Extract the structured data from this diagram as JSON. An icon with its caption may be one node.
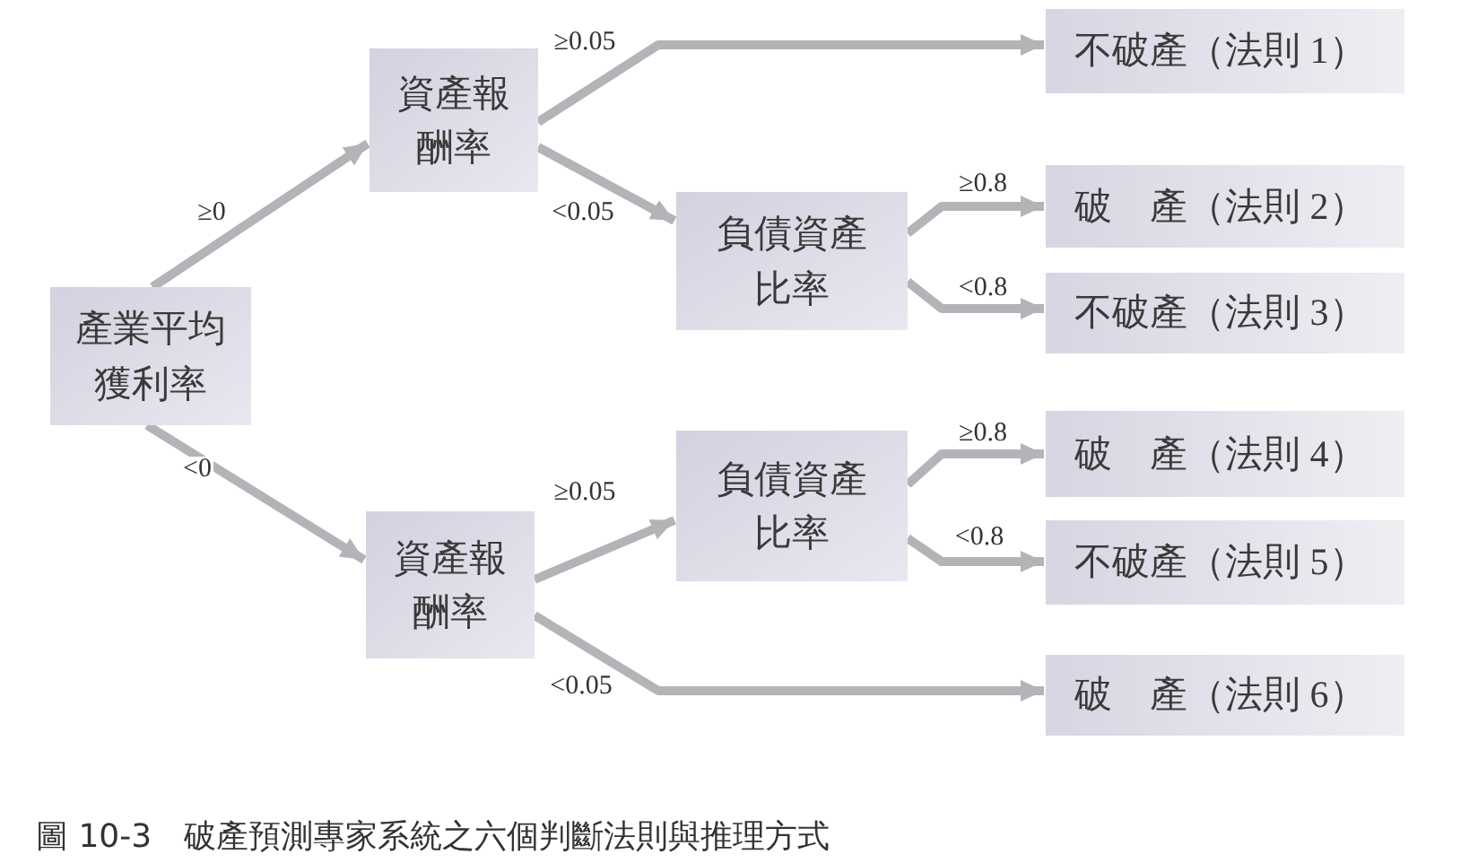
{
  "diagram": {
    "caption": "圖 10-3　破產預測專家系統之六個判斷法則與推理方式",
    "nodes": [
      {
        "text": [
          "產業平均獲利率"
        ]
      },
      {
        "text": [
          "資產報酬率"
        ]
      },
      {
        "text": [
          "負債資產比率"
        ]
      },
      {
        "text": [
          "不破產（法則 1）"
        ]
      },
      {
        "text": [
          "破　產（法則 2）"
        ]
      },
      {
        "text": [
          "不破產（法則 3）"
        ]
      },
      {
        "text": [
          "資產報酬率"
        ]
      },
      {
        "text": [
          "負債資產比率"
        ]
      },
      {
        "text": [
          "破　產（法則 4）"
        ]
      },
      {
        "text": [
          "不破產（法則 5）"
        ]
      },
      {
        "text": [
          "破　產（法則 6）"
        ]
      }
    ],
    "edges": [
      {
        "from": 0,
        "to": 1,
        "arrow": "to",
        "label": "≥0"
      },
      {
        "from": 0,
        "to": 6,
        "arrow": "to",
        "label": "<0"
      },
      {
        "from": 1,
        "to": 3,
        "arrow": "to",
        "label": "≥0.05"
      },
      {
        "from": 1,
        "to": 2,
        "arrow": "to",
        "label": "<0.05"
      },
      {
        "from": 2,
        "to": 4,
        "arrow": "to",
        "label": "≥0.8"
      },
      {
        "from": 2,
        "to": 5,
        "arrow": "to",
        "label": "<0.8"
      },
      {
        "from": 6,
        "to": 7,
        "arrow": "to",
        "label": "≥0.05"
      },
      {
        "from": 6,
        "to": 10,
        "arrow": "to",
        "label": "<0.05"
      },
      {
        "from": 7,
        "to": 8,
        "arrow": "to",
        "label": "≥0.8"
      },
      {
        "from": 7,
        "to": 9,
        "arrow": "to",
        "label": "<0.8"
      }
    ]
  }
}
